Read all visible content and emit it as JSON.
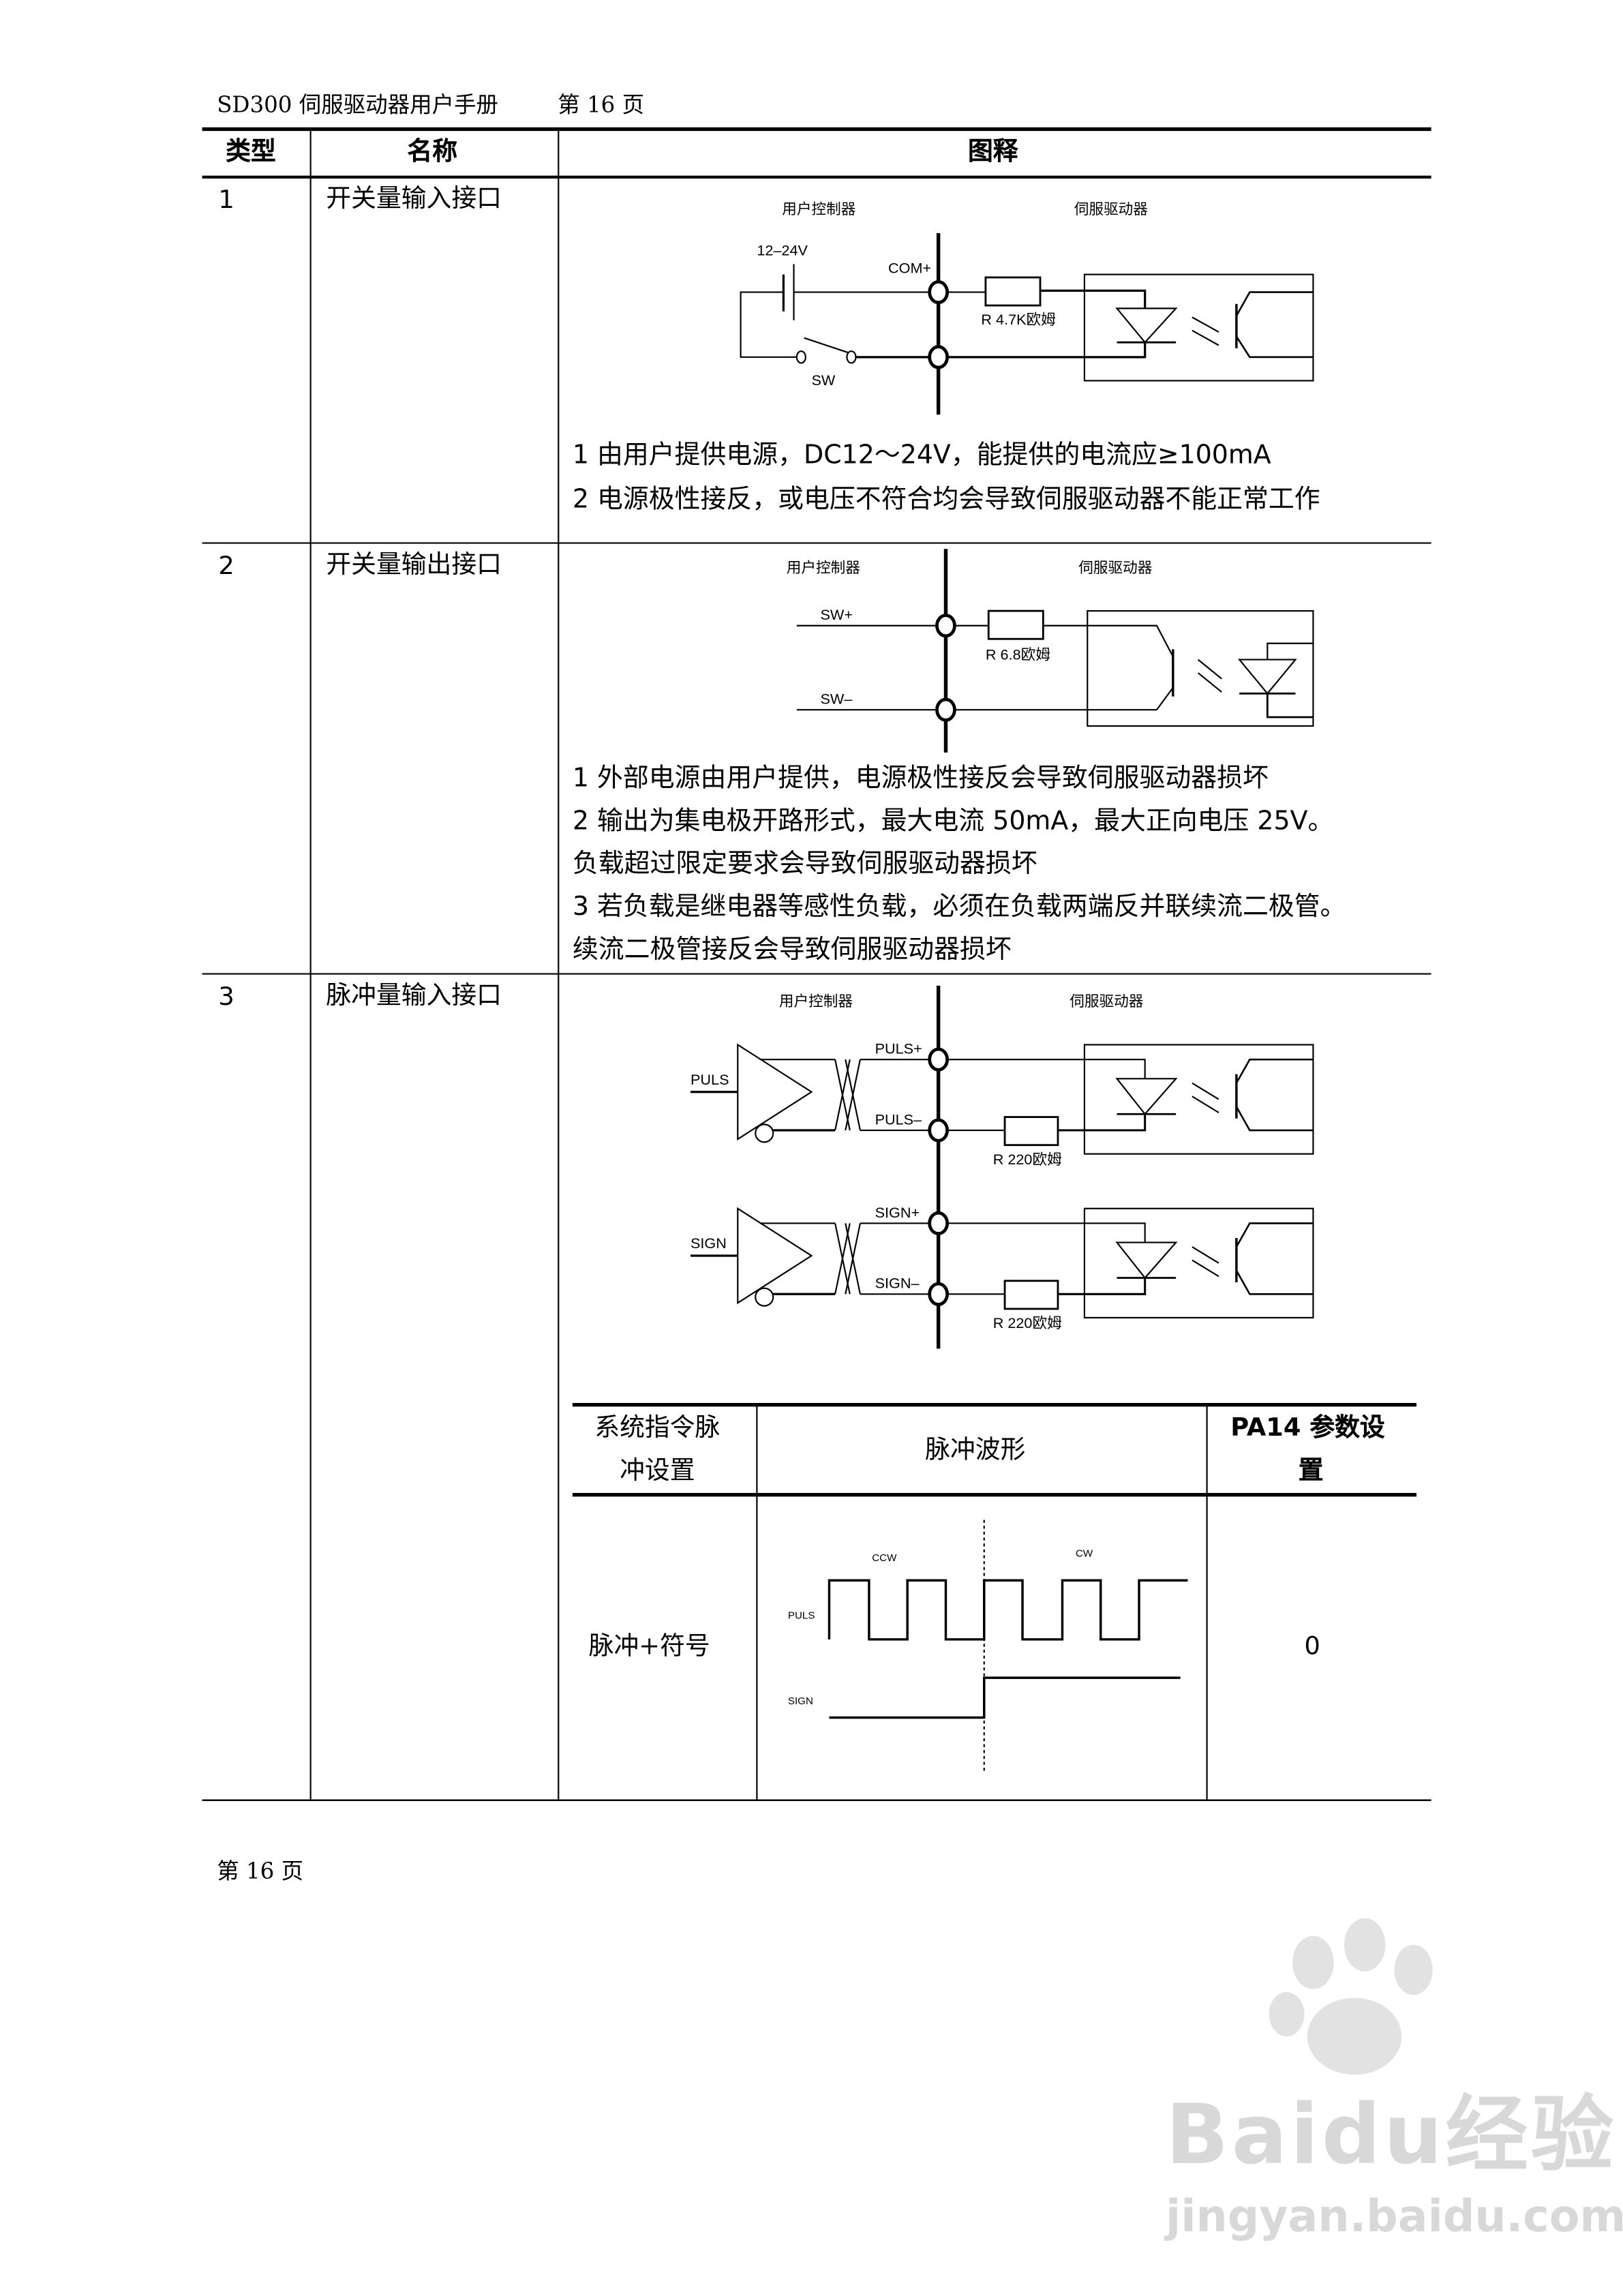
{
  "header": {
    "manual_title": "SD300 伺服驱动器用户手册",
    "page_label": "第 16 页"
  },
  "table": {
    "columns": [
      "类型",
      "名称",
      "图释"
    ],
    "rows": [
      {
        "type": "1",
        "name": "开关量输入接口",
        "diagram": {
          "left_label": "用户控制器",
          "right_label": "伺服驱动器",
          "voltage": "12–24V",
          "terminal_top": "COM+",
          "switch": "SW",
          "resistor": "R 4.7K欧姆"
        },
        "notes": [
          "1 由用户提供电源，DC12～24V，能提供的电流应≥100mA",
          "2 电源极性接反，或电压不符合均会导致伺服驱动器不能正常工作"
        ]
      },
      {
        "type": "2",
        "name": "开关量输出接口",
        "diagram": {
          "left_label": "用户控制器",
          "right_label": "伺服驱动器",
          "terminal_top": "SW+",
          "terminal_bottom": "SW–",
          "resistor": "R 6.8欧姆"
        },
        "notes": [
          "1  外部电源由用户提供，电源极性接反会导致伺服驱动器损坏",
          "2  输出为集电极开路形式，最大电流 50mA，最大正向电压 25V。",
          "负载超过限定要求会导致伺服驱动器损坏",
          "3 若负载是继电器等感性负载，必须在负载两端反并联续流二极管。",
          "续流二极管接反会导致伺服驱动器损坏"
        ]
      },
      {
        "type": "3",
        "name": "脉冲量输入接口",
        "diagram": {
          "left_label": "用户控制器",
          "right_label": "伺服驱动器",
          "puls_in": "PULS",
          "puls_plus": "PULS+",
          "puls_minus": "PULS–",
          "sign_in": "SIGN",
          "sign_plus": "SIGN+",
          "sign_minus": "SIGN–",
          "resistor": "R 220欧姆"
        },
        "sub_table": {
          "headers": [
            "系统指令脉",
            "冲设置",
            "脉冲波形",
            "PA14 参数设",
            "置"
          ],
          "row": {
            "setting": "脉冲+符号",
            "value": "0"
          },
          "waveform": {
            "ccw": "CCW",
            "cw": "CW",
            "puls": "PULS",
            "sign": "SIGN"
          }
        }
      }
    ]
  },
  "footer": {
    "page_label": "第 16 页"
  },
  "watermark": {
    "logo": "Baidu经验",
    "url": "jingyan.baidu.com"
  }
}
